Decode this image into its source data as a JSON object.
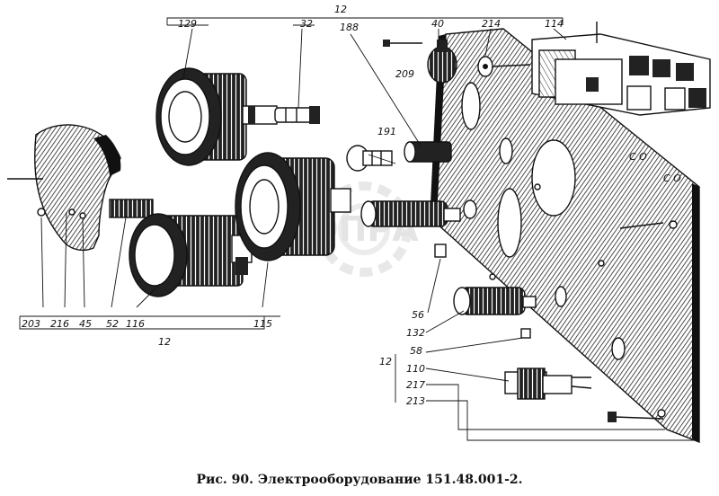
{
  "caption": "Рис. 90. Электрооборудование 151.48.001-2.",
  "labels": {
    "top_group": "12",
    "p129": "129",
    "p32": "32",
    "p188": "188",
    "p40": "40",
    "p214": "214",
    "p114": "114",
    "p209": "209",
    "p191": "191",
    "p203": "203",
    "p216": "216",
    "p45": "45",
    "p52": "52",
    "p116": "116",
    "p115": "115",
    "bottom_group": "12",
    "p56": "56",
    "p132": "132",
    "p58": "58",
    "right_group": "12",
    "p110": "110",
    "p217": "217",
    "p213": "213"
  },
  "watermark": "ОПРА"
}
